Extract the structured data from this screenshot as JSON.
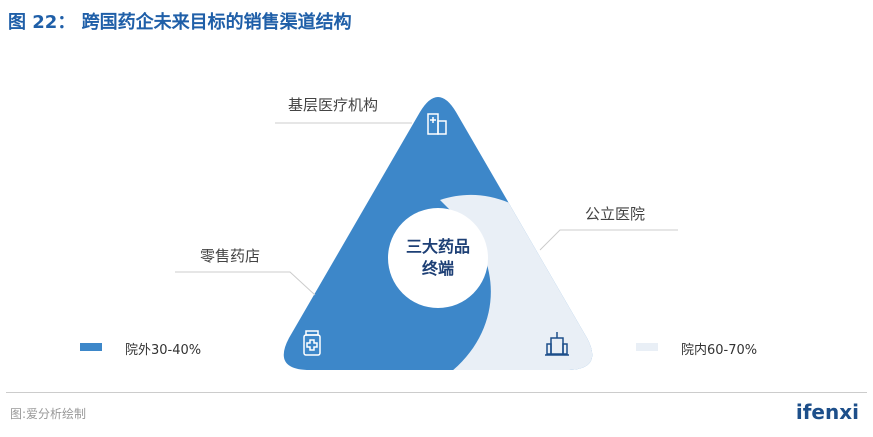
{
  "title": "图 22： 跨国药企未来目标的销售渠道结构",
  "center": {
    "line1": "三大药品",
    "line2": "终端"
  },
  "labels": {
    "top": "基层医疗机构",
    "left": "零售药店",
    "right": "公立医院"
  },
  "legend": [
    {
      "label": "院外30-40%",
      "color": "#3d87c9"
    },
    {
      "label": "院内60-70%",
      "color": "#e9eff6"
    }
  ],
  "source": "图:爱分析绘制",
  "logo": "ifenxi"
}
